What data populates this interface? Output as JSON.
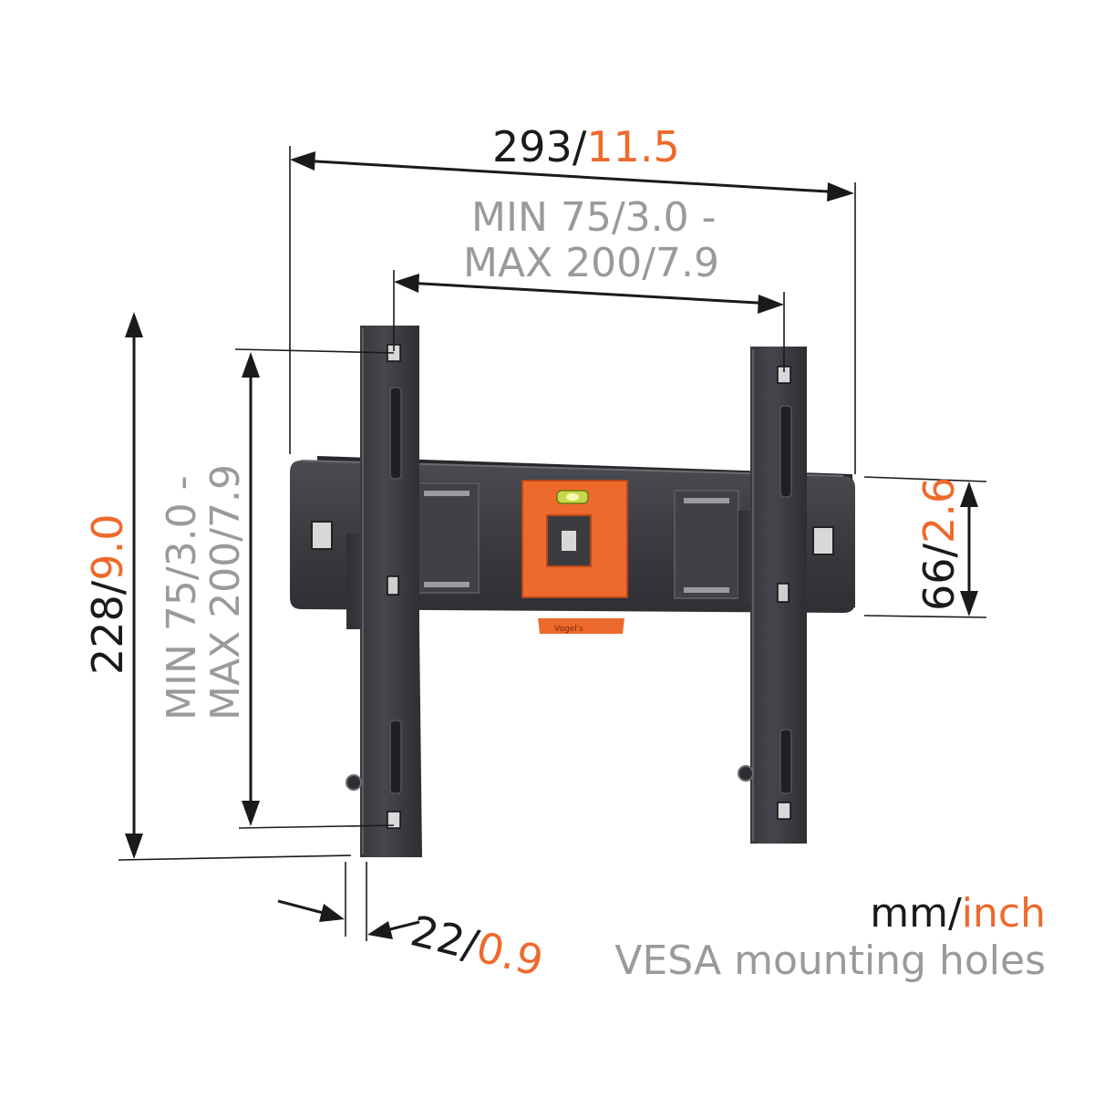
{
  "units": {
    "unit_mm": "mm",
    "separator": "/",
    "unit_inch": "inch"
  },
  "legend_note": "VESA mounting holes",
  "dimensions": {
    "overall_width": {
      "mm": "293",
      "inch": "11.5"
    },
    "vesa_horizontal": {
      "line1_mm": "MIN 75",
      "line1_inch": "3.0 -",
      "line2_mm": "MAX 200",
      "line2_inch": "7.9"
    },
    "overall_height": {
      "mm": "228",
      "inch": "9.0"
    },
    "vesa_vertical": {
      "line1_mm": "MIN 75",
      "line1_inch": "3.0 -",
      "line2_mm": "MAX 200",
      "line2_inch": "7.9"
    },
    "rail_height": {
      "mm": "66",
      "inch": "2.6"
    },
    "wall_distance": {
      "mm": "22",
      "inch": "0.9"
    }
  },
  "colors": {
    "metal": "#3b3d41",
    "accent": "#ee6a2c",
    "text": "#1a1a1a",
    "muted": "#9a9a9a"
  },
  "icons": [
    "spirit-level-icon"
  ]
}
